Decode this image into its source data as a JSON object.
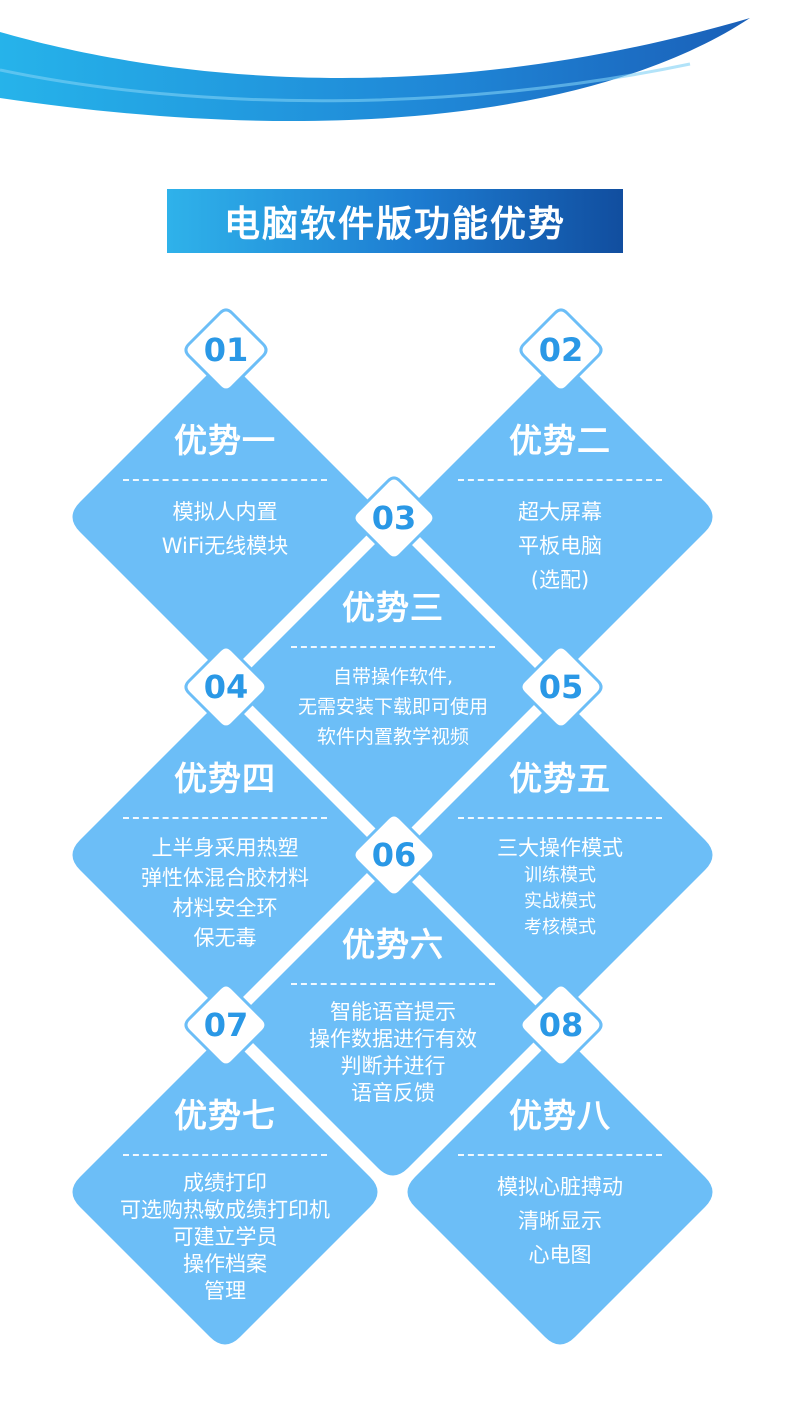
{
  "title": "电脑软件版功能优势",
  "colors": {
    "card": "#6cbef7",
    "badge_text": "#2a98e6",
    "connector": "#ffffff",
    "banner_start": "#2fb2ea",
    "banner_end": "#114e9f"
  },
  "advantages": [
    {
      "number": "01",
      "heading": "优势一",
      "lines": [
        "模拟人内置",
        "WiFi无线模块"
      ]
    },
    {
      "number": "02",
      "heading": "优势二",
      "lines": [
        "超大屏幕",
        "平板电脑",
        "(选配)"
      ]
    },
    {
      "number": "03",
      "heading": "优势三",
      "lines": [
        "自带操作软件,",
        "无需安装下载即可使用",
        "软件内置教学视频"
      ]
    },
    {
      "number": "04",
      "heading": "优势四",
      "lines": [
        "上半身采用热塑",
        "弹性体混合胶材料",
        "材料安全环",
        "保无毒"
      ]
    },
    {
      "number": "05",
      "heading": "优势五",
      "lines": [
        "三大操作模式"
      ],
      "sublines": [
        "训练模式",
        "实战模式",
        "考核模式"
      ]
    },
    {
      "number": "06",
      "heading": "优势六",
      "lines": [
        "智能语音提示",
        "操作数据进行有效",
        "判断并进行",
        "语音反馈"
      ]
    },
    {
      "number": "07",
      "heading": "优势七",
      "lines": [
        "成绩打印",
        "可选购热敏成绩打印机",
        "可建立学员",
        "操作档案",
        "管理"
      ]
    },
    {
      "number": "08",
      "heading": "优势八",
      "lines": [
        "模拟心脏搏动",
        "清晰显示",
        "心电图"
      ]
    }
  ]
}
